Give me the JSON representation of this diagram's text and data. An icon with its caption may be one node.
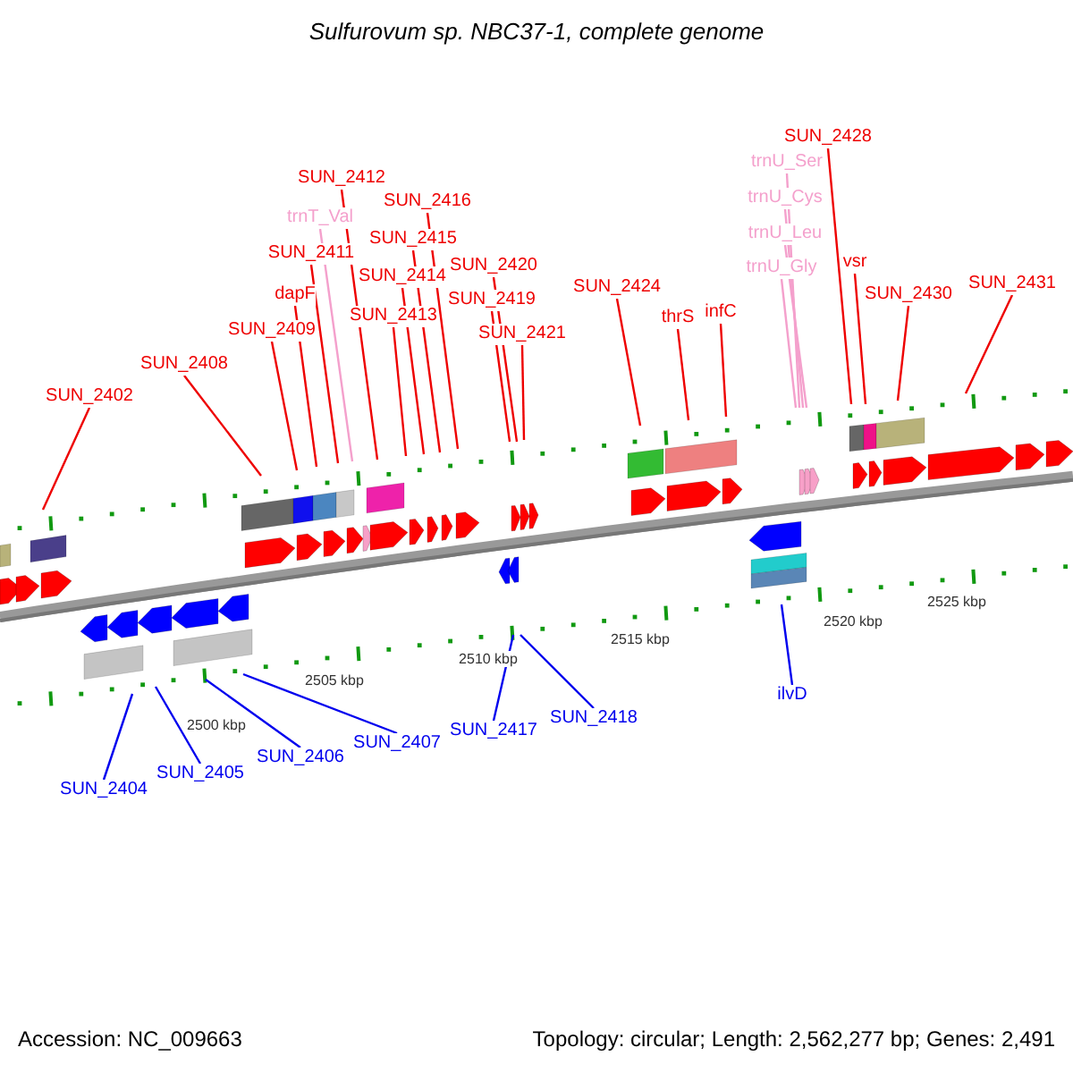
{
  "diagram": {
    "title": "Sulfurovum sp. NBC37-1, complete genome",
    "nodes": [
      {
        "text": [
          "SUN_2402"
        ]
      },
      {
        "text": [
          "SUN_2408"
        ]
      },
      {
        "text": [
          "SUN_2409"
        ]
      },
      {
        "text": [
          "dapF"
        ]
      },
      {
        "text": [
          "SUN_2411"
        ]
      },
      {
        "text": [
          "trnT_Val"
        ]
      },
      {
        "text": [
          "SUN_2412"
        ]
      },
      {
        "text": [
          "SUN_2413"
        ]
      },
      {
        "text": [
          "SUN_2414"
        ]
      },
      {
        "text": [
          "SUN_2415"
        ]
      },
      {
        "text": [
          "SUN_2416"
        ]
      },
      {
        "text": [
          "SUN_2420"
        ]
      },
      {
        "text": [
          "SUN_2419"
        ]
      },
      {
        "text": [
          "SUN_2421"
        ]
      },
      {
        "text": [
          "SUN_2424"
        ]
      },
      {
        "text": [
          "thrS"
        ]
      },
      {
        "text": [
          "infC"
        ]
      },
      {
        "text": [
          "trnU_Ser"
        ]
      },
      {
        "text": [
          "trnU_Cys"
        ]
      },
      {
        "text": [
          "trnU_Leu"
        ]
      },
      {
        "text": [
          "trnU_Gly"
        ]
      },
      {
        "text": [
          "SUN_2428"
        ]
      },
      {
        "text": [
          "vsr"
        ]
      },
      {
        "text": [
          "SUN_2430"
        ]
      },
      {
        "text": [
          "SUN_2431"
        ]
      },
      {
        "text": [
          "SUN_2404"
        ]
      },
      {
        "text": [
          "SUN_2405"
        ]
      },
      {
        "text": [
          "SUN_2406"
        ]
      },
      {
        "text": [
          "SUN_2407"
        ]
      },
      {
        "text": [
          "SUN_2417"
        ]
      },
      {
        "text": [
          "SUN_2418"
        ]
      },
      {
        "text": [
          "ilvD"
        ]
      }
    ],
    "edges": [
      {
        "from": 0,
        "to": null,
        "arrow": "none"
      },
      {
        "from": 1,
        "to": null,
        "arrow": "none"
      },
      {
        "from": 2,
        "to": null,
        "arrow": "none"
      },
      {
        "from": 3,
        "to": null,
        "arrow": "none"
      },
      {
        "from": 4,
        "to": null,
        "arrow": "none"
      },
      {
        "from": 5,
        "to": null,
        "arrow": "none",
        "color": "#f4a0cc"
      },
      {
        "from": 6,
        "to": null,
        "arrow": "none"
      },
      {
        "from": 7,
        "to": null,
        "arrow": "none"
      },
      {
        "from": 8,
        "to": null,
        "arrow": "none"
      },
      {
        "from": 9,
        "to": null,
        "arrow": "none"
      },
      {
        "from": 10,
        "to": null,
        "arrow": "none"
      },
      {
        "from": 11,
        "to": null,
        "arrow": "none"
      },
      {
        "from": 12,
        "to": null,
        "arrow": "none"
      },
      {
        "from": 13,
        "to": null,
        "arrow": "none"
      },
      {
        "from": 14,
        "to": null,
        "arrow": "none"
      },
      {
        "from": 15,
        "to": null,
        "arrow": "none"
      },
      {
        "from": 16,
        "to": null,
        "arrow": "none"
      },
      {
        "from": 17,
        "to": null,
        "arrow": "none",
        "color": "#f4a0cc"
      },
      {
        "from": 18,
        "to": null,
        "arrow": "none",
        "color": "#f4a0cc"
      },
      {
        "from": 19,
        "to": null,
        "arrow": "none",
        "color": "#f4a0cc"
      },
      {
        "from": 20,
        "to": null,
        "arrow": "none",
        "color": "#f4a0cc"
      },
      {
        "from": 21,
        "to": null,
        "arrow": "none"
      },
      {
        "from": 22,
        "to": null,
        "arrow": "none"
      },
      {
        "from": 23,
        "to": null,
        "arrow": "none"
      },
      {
        "from": 24,
        "to": null,
        "arrow": "none"
      },
      {
        "from": 25,
        "to": null,
        "arrow": "none",
        "color": "#0000ee"
      },
      {
        "from": 26,
        "to": null,
        "arrow": "none",
        "color": "#0000ee"
      },
      {
        "from": 27,
        "to": null,
        "arrow": "none",
        "color": "#0000ee"
      },
      {
        "from": 28,
        "to": null,
        "arrow": "none",
        "color": "#0000ee"
      },
      {
        "from": 29,
        "to": null,
        "arrow": "none",
        "color": "#0000ee"
      },
      {
        "from": 30,
        "to": null,
        "arrow": "none",
        "color": "#0000ee"
      },
      {
        "from": 31,
        "to": null,
        "arrow": "none",
        "color": "#0000ee"
      }
    ],
    "labels": [
      "2500 kbp",
      "2505 kbp",
      "2510 kbp",
      "2515 kbp",
      "2520 kbp",
      "2525 kbp",
      "Accession: NC_009663",
      "Topology: circular; Length: 2,562,277 bp; Genes: 2,491"
    ]
  }
}
